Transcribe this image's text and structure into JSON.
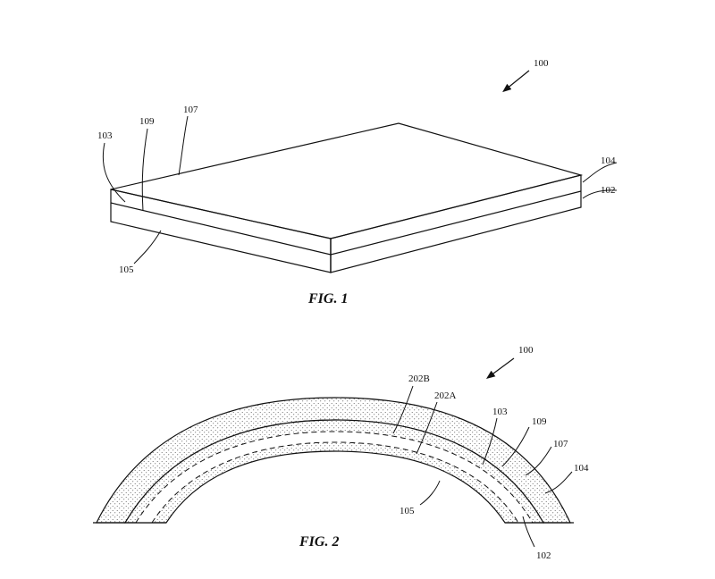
{
  "figures": [
    {
      "caption": "FIG. 1",
      "labels": {
        "assembly": "100",
        "first_layer": "104",
        "second_layer": "102",
        "edge_103": "103",
        "interface_109": "109",
        "top_107": "107",
        "bottom_105": "105"
      }
    },
    {
      "caption": "FIG. 2",
      "labels": {
        "assembly": "100",
        "region_202b": "202B",
        "region_202a": "202A",
        "edge_103": "103",
        "interface_109": "109",
        "top_107": "107",
        "first_layer": "104",
        "bottom_105": "105",
        "second_layer": "102"
      }
    }
  ],
  "colors": {
    "line": "#111111",
    "background": "#ffffff"
  }
}
